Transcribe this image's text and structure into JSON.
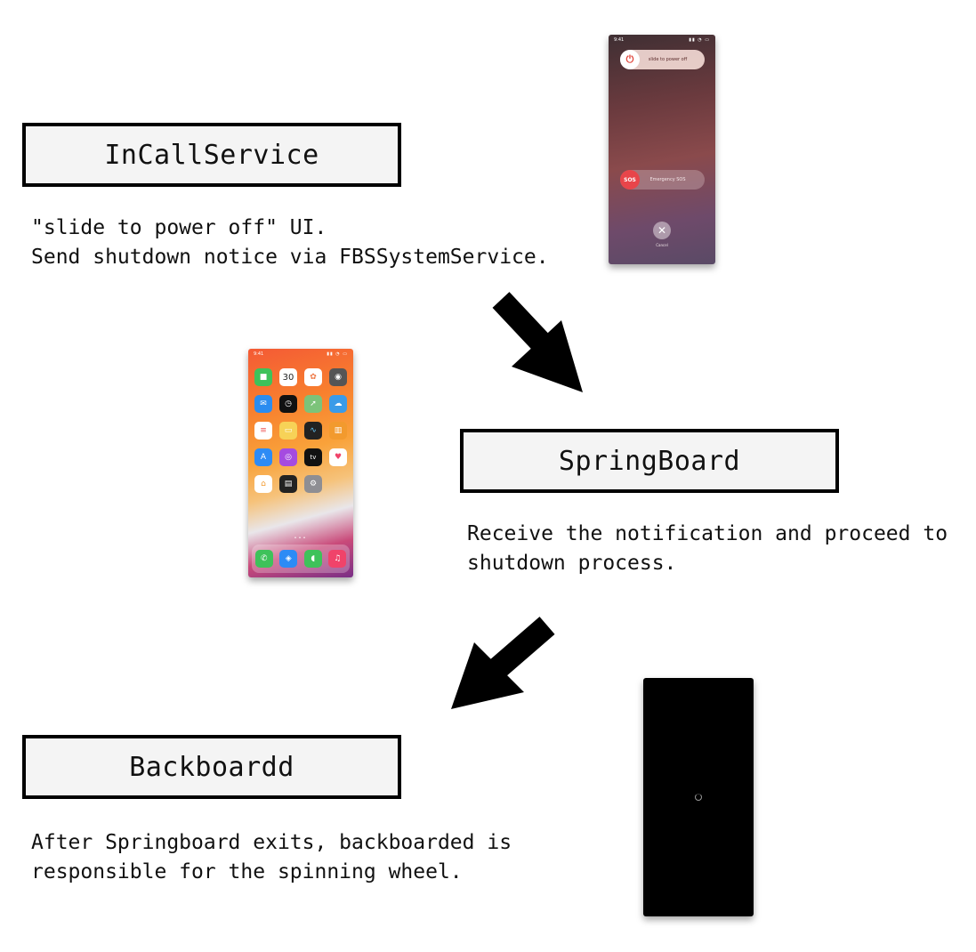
{
  "nodes": [
    {
      "title": "InCallService",
      "lines": [
        "\"slide to power off\" UI.",
        "Send shutdown notice via FBSSystemService."
      ]
    },
    {
      "title": "SpringBoard",
      "lines": [
        "Receive the notification and proceed to",
        "shutdown process."
      ]
    },
    {
      "title": "Backboardd",
      "lines": [
        "After Springboard exits, backboarded is",
        "responsible for the spinning wheel."
      ]
    }
  ],
  "power_off_screen": {
    "time": "9:41",
    "slider_label": "slide to power off",
    "sos_badge": "SOS",
    "sos_label": "Emergency SOS",
    "cancel_label": "Cancel",
    "power_icon": "power-icon",
    "close_icon": "close-icon"
  },
  "home_screen": {
    "time": "9:41",
    "calendar_day": "30",
    "tv_label": "tv"
  },
  "colors": {
    "box_border": "#000000",
    "box_fill": "#f4f4f4",
    "arrow": "#000000"
  }
}
